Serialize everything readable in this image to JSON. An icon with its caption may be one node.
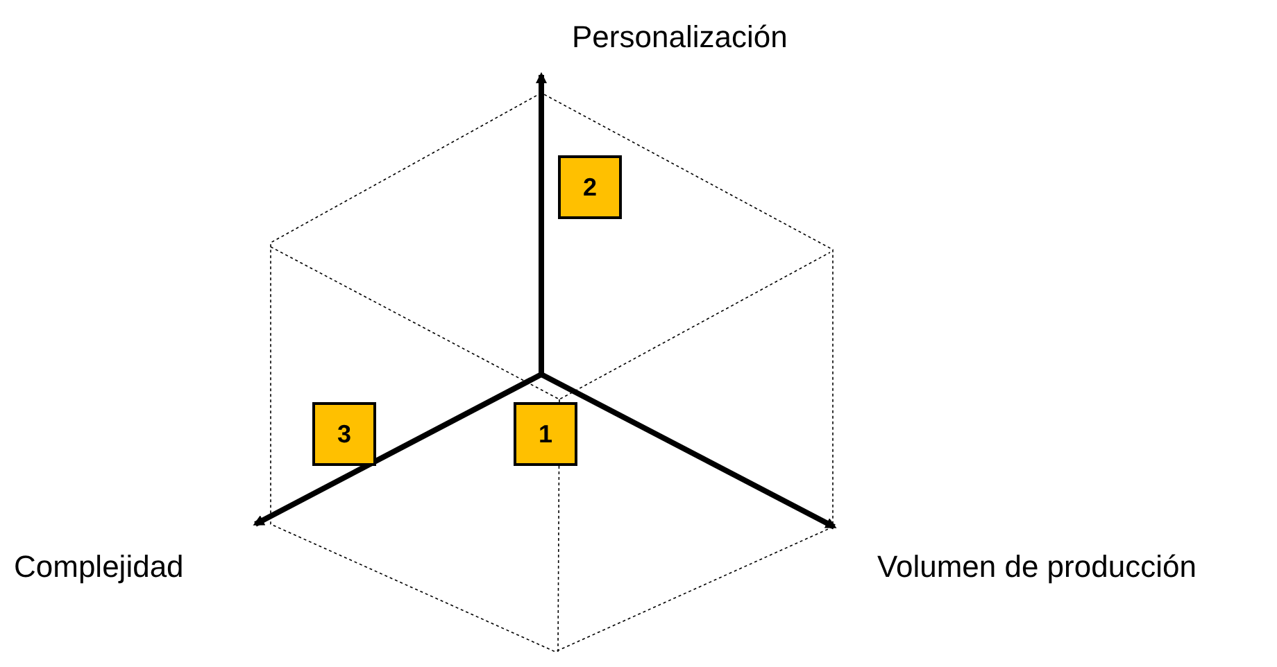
{
  "diagram": {
    "nodes": [
      {
        "text": [
          "2"
        ]
      },
      {
        "text": [
          "3"
        ]
      },
      {
        "text": [
          "1"
        ]
      }
    ],
    "labels": [
      "Personalización",
      "Complejidad",
      "Volumen de producción"
    ]
  }
}
